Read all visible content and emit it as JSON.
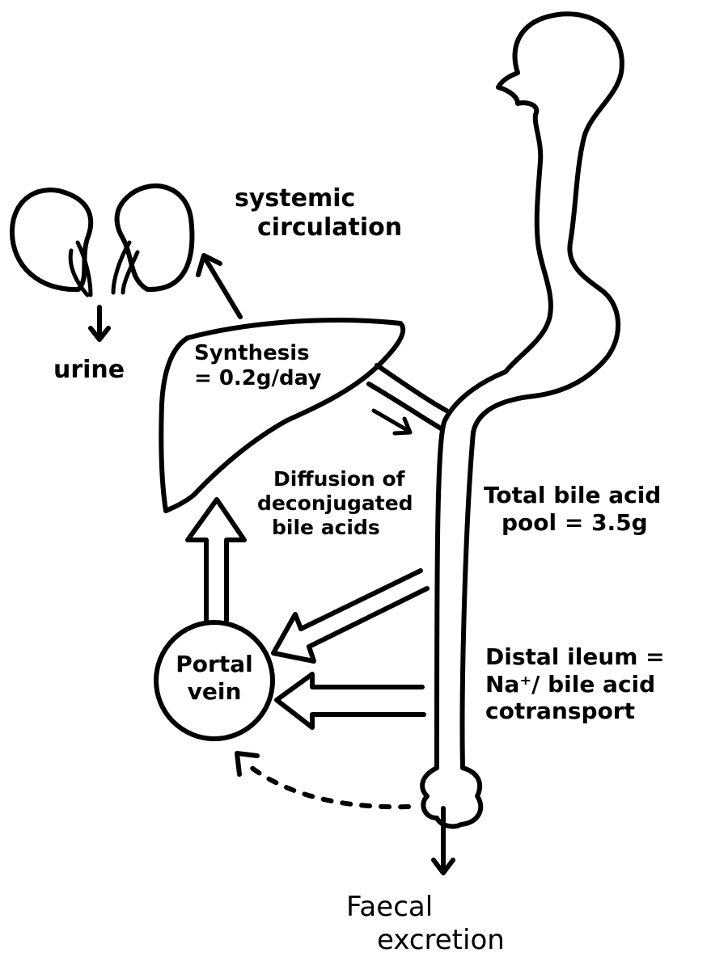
{
  "labels": {
    "systemic_circulation": [
      "systemic",
      "circulation"
    ],
    "urine": "urine",
    "synthesis": [
      "Synthesis",
      "= 0.2g/day"
    ],
    "diffusion": [
      "Diffusion of",
      "deconjugated",
      "bile acids"
    ],
    "total_pool": [
      "Total bile acid",
      "pool = 3.5g"
    ],
    "portal_vein": [
      "Portal",
      "vein"
    ],
    "distal_ileum": [
      "Distal ileum =",
      "Na⁺/ bile acid",
      "cotransport"
    ],
    "faecal_excretion": [
      "Faecal",
      "excretion"
    ]
  },
  "colors": {
    "ink": "#000000",
    "background": "#ffffff"
  },
  "icons": [
    "kidney-left-icon",
    "kidney-right-icon",
    "liver-icon",
    "gut-tract-icon",
    "portal-vein-circle"
  ]
}
